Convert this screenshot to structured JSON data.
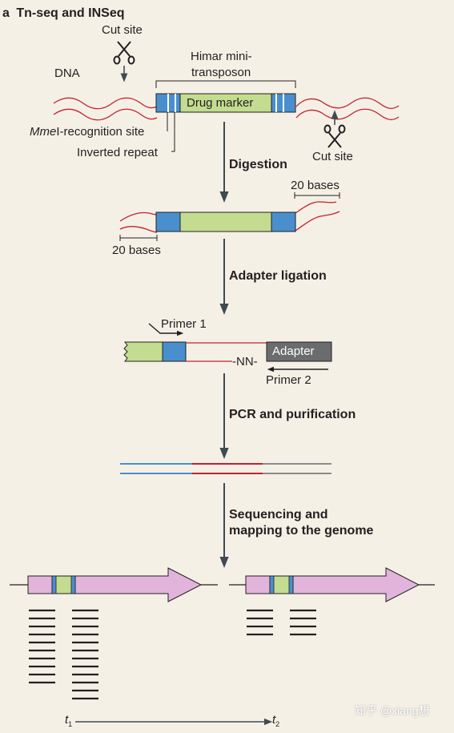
{
  "panel": {
    "letter": "a",
    "title": "Tn-seq and INSeq"
  },
  "labels": {
    "cut_site_top": "Cut site",
    "cut_site_right": "Cut site",
    "dna": "DNA",
    "himar_line1": "Himar mini-",
    "himar_line2": "transposon",
    "drug_marker": "Drug marker",
    "mmei_italic": "Mme",
    "mmei_rest": "I-recognition site",
    "inverted_repeat": "Inverted repeat",
    "bases_right": "20 bases",
    "bases_left": "20 bases",
    "primer1": "Primer 1",
    "primer2": "Primer 2",
    "nn": "-NN-",
    "adapter": "Adapter",
    "t1": "t",
    "t1_sub": "1",
    "t2": "t",
    "t2_sub": "2",
    "watermark": "知乎 @xiang想"
  },
  "steps": {
    "digestion": "Digestion",
    "ligation": "Adapter ligation",
    "pcr": "PCR and purification",
    "seq_line1": "Sequencing and",
    "seq_line2": "mapping to the genome"
  },
  "colors": {
    "background": "#f5f0e6",
    "dna": "#c4212f",
    "repeat": "#4a8fcd",
    "marker": "#c3dc8f",
    "gene": "#e2b4dc",
    "adapter": "#6a6c6e",
    "arrow": "#3f4a52"
  }
}
